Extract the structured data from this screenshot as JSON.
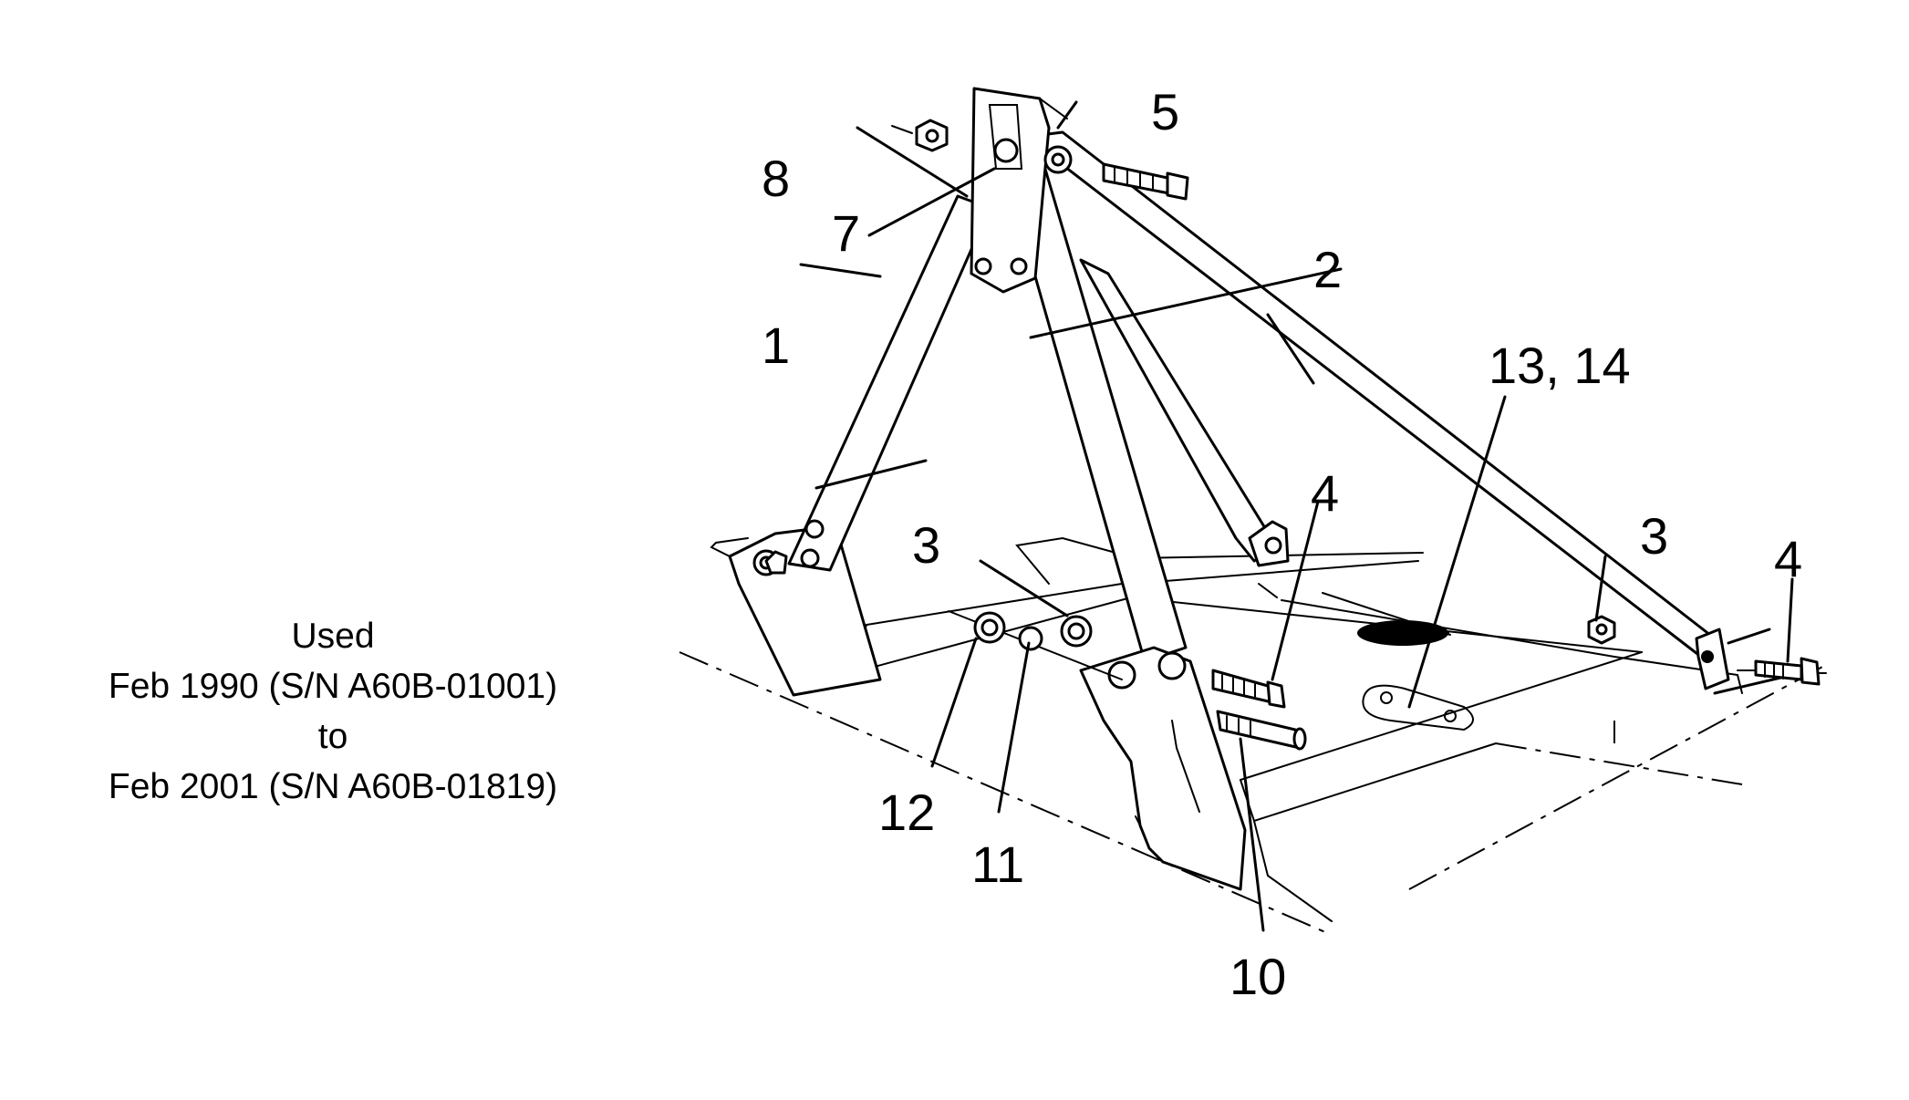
{
  "note": {
    "line1": "Used",
    "line2": "Feb 1990 (S/N A60B-01001)",
    "line3": "to",
    "line4": "Feb 2001 (S/N A60B-01819)"
  },
  "callouts": {
    "c1": "1",
    "c2": "2",
    "c3a": "3",
    "c3b": "3",
    "c4a": "4",
    "c4b": "4",
    "c5": "5",
    "c7": "7",
    "c8": "8",
    "c10": "10",
    "c11": "11",
    "c12": "12",
    "c13_14": "13, 14"
  }
}
